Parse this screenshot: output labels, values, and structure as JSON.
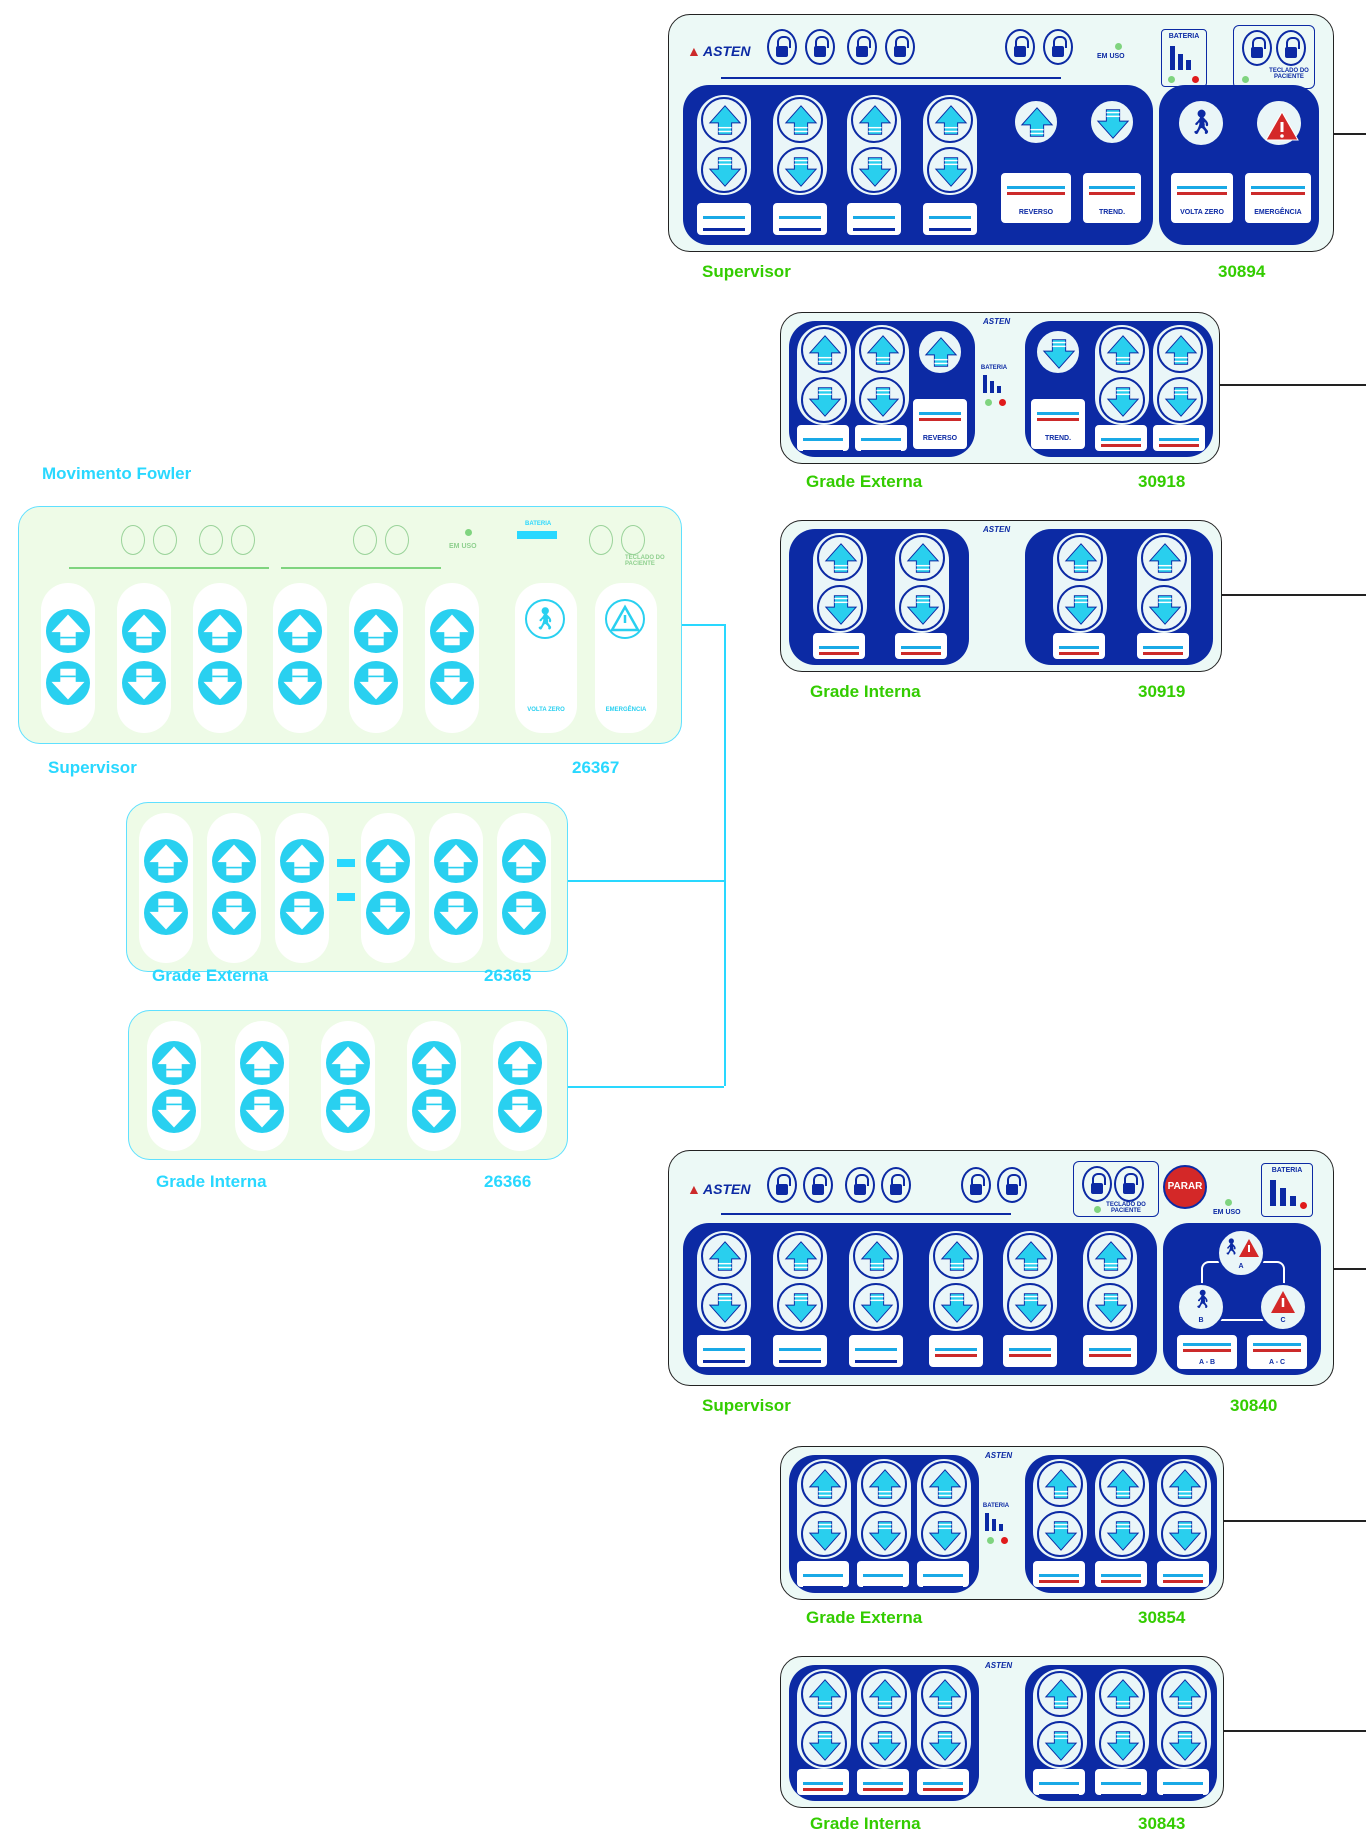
{
  "brand": "ASTEN",
  "colors": {
    "panel_blue": "#0c2aa4",
    "cyan": "#29d8ff",
    "label_green": "#33cc00",
    "red": "#cc2a2a",
    "panel_bg": "#ecf9f6",
    "legacy_bg": "#eefbe7"
  },
  "legacy": {
    "title": "Movimento Fowler",
    "supervisor": {
      "label": "Supervisor",
      "code": "26367",
      "em_uso": "EM USO",
      "bateria": "BATERIA",
      "teclado": "TECLADO DO PACIENTE",
      "volta_zero": "VOLTA ZERO",
      "emergencia": "EMERGÊNCIA"
    },
    "externa": {
      "label": "Grade Externa",
      "code": "26365"
    },
    "interna": {
      "label": "Grade Interna",
      "code": "26366"
    }
  },
  "top": {
    "supervisor": {
      "label": "Supervisor",
      "code": "30894",
      "em_uso": "EM USO",
      "bateria": "BATERIA",
      "teclado": "TECLADO DO PACIENTE",
      "reverso": "REVERSO",
      "trend": "TREND.",
      "volta_zero": "VOLTA ZERO",
      "emergencia": "EMERGÊNCIA"
    },
    "externa": {
      "label": "Grade Externa",
      "code": "30918",
      "bateria": "BATERIA",
      "reverso": "REVERSO",
      "trend": "TREND."
    },
    "interna": {
      "label": "Grade Interna",
      "code": "30919"
    }
  },
  "bottom": {
    "supervisor": {
      "label": "Supervisor",
      "code": "30840",
      "em_uso": "EM USO",
      "bateria": "BATERIA",
      "teclado": "TECLADO DO PACIENTE",
      "parar": "PARAR",
      "a": "A",
      "b": "B",
      "c": "C",
      "ab": "A - B",
      "ac": "A - C"
    },
    "externa": {
      "label": "Grade Externa",
      "code": "30854",
      "bateria": "BATERIA"
    },
    "interna": {
      "label": "Grade Interna",
      "code": "30843"
    }
  }
}
